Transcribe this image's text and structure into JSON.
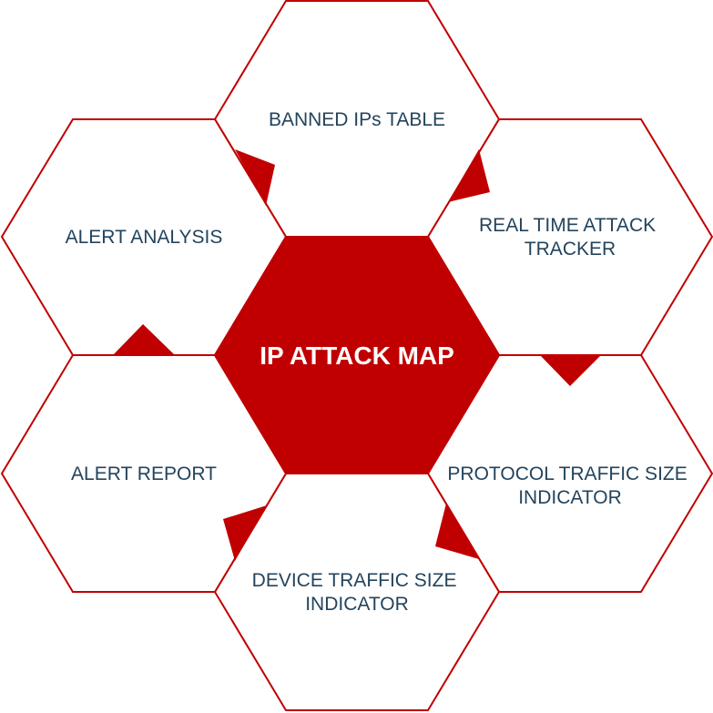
{
  "center": {
    "label": "IP ATTACK MAP",
    "fill_color": "#c00000",
    "text_color": "#ffffff"
  },
  "outer_text_color": "#23445d",
  "outline_color": "#c00000",
  "hexagons": [
    {
      "id": "banned-ips-table",
      "lines": [
        "BANNED IPs TABLE"
      ]
    },
    {
      "id": "real-time-attack-tracker",
      "lines": [
        "REAL TIME ATTACK",
        "TRACKER"
      ]
    },
    {
      "id": "protocol-traffic-size-indicator",
      "lines": [
        "PROTOCOL TRAFFIC SIZE",
        "INDICATOR"
      ]
    },
    {
      "id": "device-traffic-size-indicator",
      "lines": [
        "DEVICE TRAFFIC SIZE",
        "INDICATOR"
      ]
    },
    {
      "id": "alert-report",
      "lines": [
        "ALERT REPORT"
      ]
    },
    {
      "id": "alert-analysis",
      "lines": [
        "ALERT ANALYSIS"
      ]
    }
  ]
}
